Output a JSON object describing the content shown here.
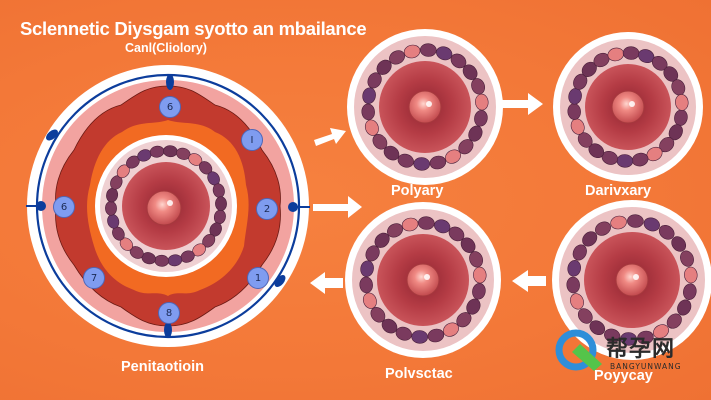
{
  "title": "Sclennetic Diysgam syotto an mbailance",
  "subtitle": "Canl(Cliolory)",
  "colors": {
    "background": "#f47a3c",
    "ring_red": "#c23a2e",
    "ring_pink": "#f2a3a0",
    "blue_line": "#0c3d9c",
    "badge": "#7f9cf0",
    "cell_core": "#b23a42",
    "cell_bead": "#7a3a5e",
    "white": "#ffffff"
  },
  "main_diagram": {
    "label": "Penitaotioin",
    "badges": [
      "6",
      "I",
      "2",
      "1",
      "8",
      "7",
      "6"
    ]
  },
  "stages": [
    {
      "id": "stage-1",
      "label": "Polyary"
    },
    {
      "id": "stage-2",
      "label": "Darivxary"
    },
    {
      "id": "stage-3",
      "label": "Polvsctac"
    },
    {
      "id": "stage-4",
      "label": "Poyycay"
    }
  ],
  "arrows": [
    {
      "from": "main",
      "to": "stage-1",
      "direction": "right"
    },
    {
      "from": "main",
      "to": "stage-3",
      "direction": "right"
    },
    {
      "from": "stage-3",
      "to": "main",
      "direction": "left"
    },
    {
      "from": "stage-1",
      "to": "stage-2",
      "direction": "right"
    },
    {
      "from": "stage-4",
      "to": "stage-3",
      "direction": "left"
    }
  ],
  "watermark": {
    "cn": "帮孕网",
    "en": "BANGYUNWANG"
  }
}
